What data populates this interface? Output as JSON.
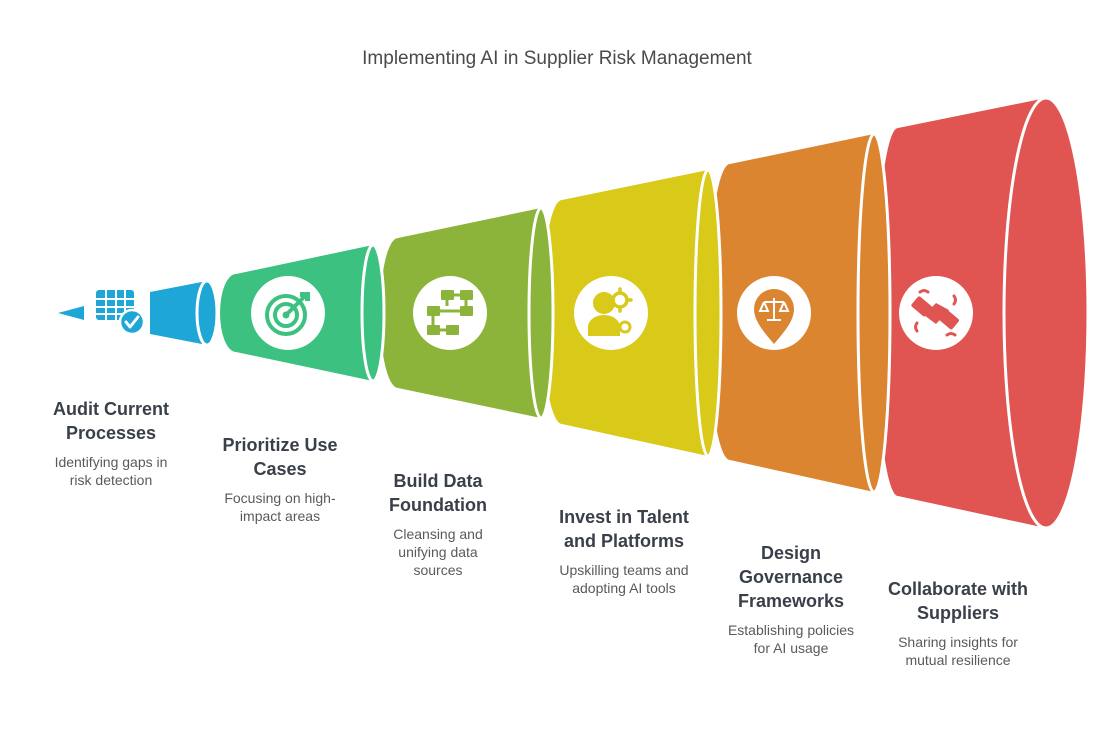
{
  "title": "Implementing AI in Supplier Risk Management",
  "stages": [
    {
      "title": "Audit Current Processes",
      "description": "Identifying gaps in risk detection",
      "icon": "spreadsheet-check-icon",
      "color": "#1da6d6"
    },
    {
      "title": "Prioritize Use Cases",
      "description": "Focusing on high-impact areas",
      "icon": "target-icon",
      "color": "#3cc180"
    },
    {
      "title": "Build Data Foundation",
      "description": "Cleansing and unifying data sources",
      "icon": "data-flow-icon",
      "color": "#8cb43a"
    },
    {
      "title": "Invest in Talent and Platforms",
      "description": "Upskilling teams and adopting AI tools",
      "icon": "person-gear-icon",
      "color": "#d9c918"
    },
    {
      "title": "Design Governance Frameworks",
      "description": "Establishing policies for AI usage",
      "icon": "scales-pin-icon",
      "color": "#dc8530"
    },
    {
      "title": "Collaborate with Suppliers",
      "description": "Sharing insights for mutual resilience",
      "icon": "handshake-icon",
      "color": "#e05552"
    }
  ]
}
